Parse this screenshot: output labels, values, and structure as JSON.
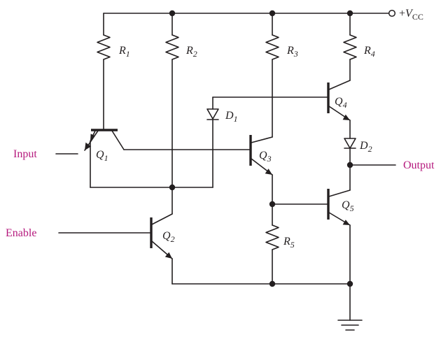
{
  "supply": {
    "plus": "+",
    "v": "V",
    "sub": "CC"
  },
  "resistors": [
    {
      "letter": "R",
      "sub": "1"
    },
    {
      "letter": "R",
      "sub": "2"
    },
    {
      "letter": "R",
      "sub": "3"
    },
    {
      "letter": "R",
      "sub": "4"
    },
    {
      "letter": "R",
      "sub": "5"
    }
  ],
  "transistors": [
    {
      "letter": "Q",
      "sub": "1"
    },
    {
      "letter": "Q",
      "sub": "2"
    },
    {
      "letter": "Q",
      "sub": "3"
    },
    {
      "letter": "Q",
      "sub": "4"
    },
    {
      "letter": "Q",
      "sub": "5"
    }
  ],
  "diodes": [
    {
      "letter": "D",
      "sub": "1"
    },
    {
      "letter": "D",
      "sub": "2"
    }
  ],
  "signals": {
    "input": "Input",
    "enable": "Enable",
    "output": "Output"
  },
  "colors": {
    "wire": "#231f20",
    "signal_label": "#b5197d"
  }
}
